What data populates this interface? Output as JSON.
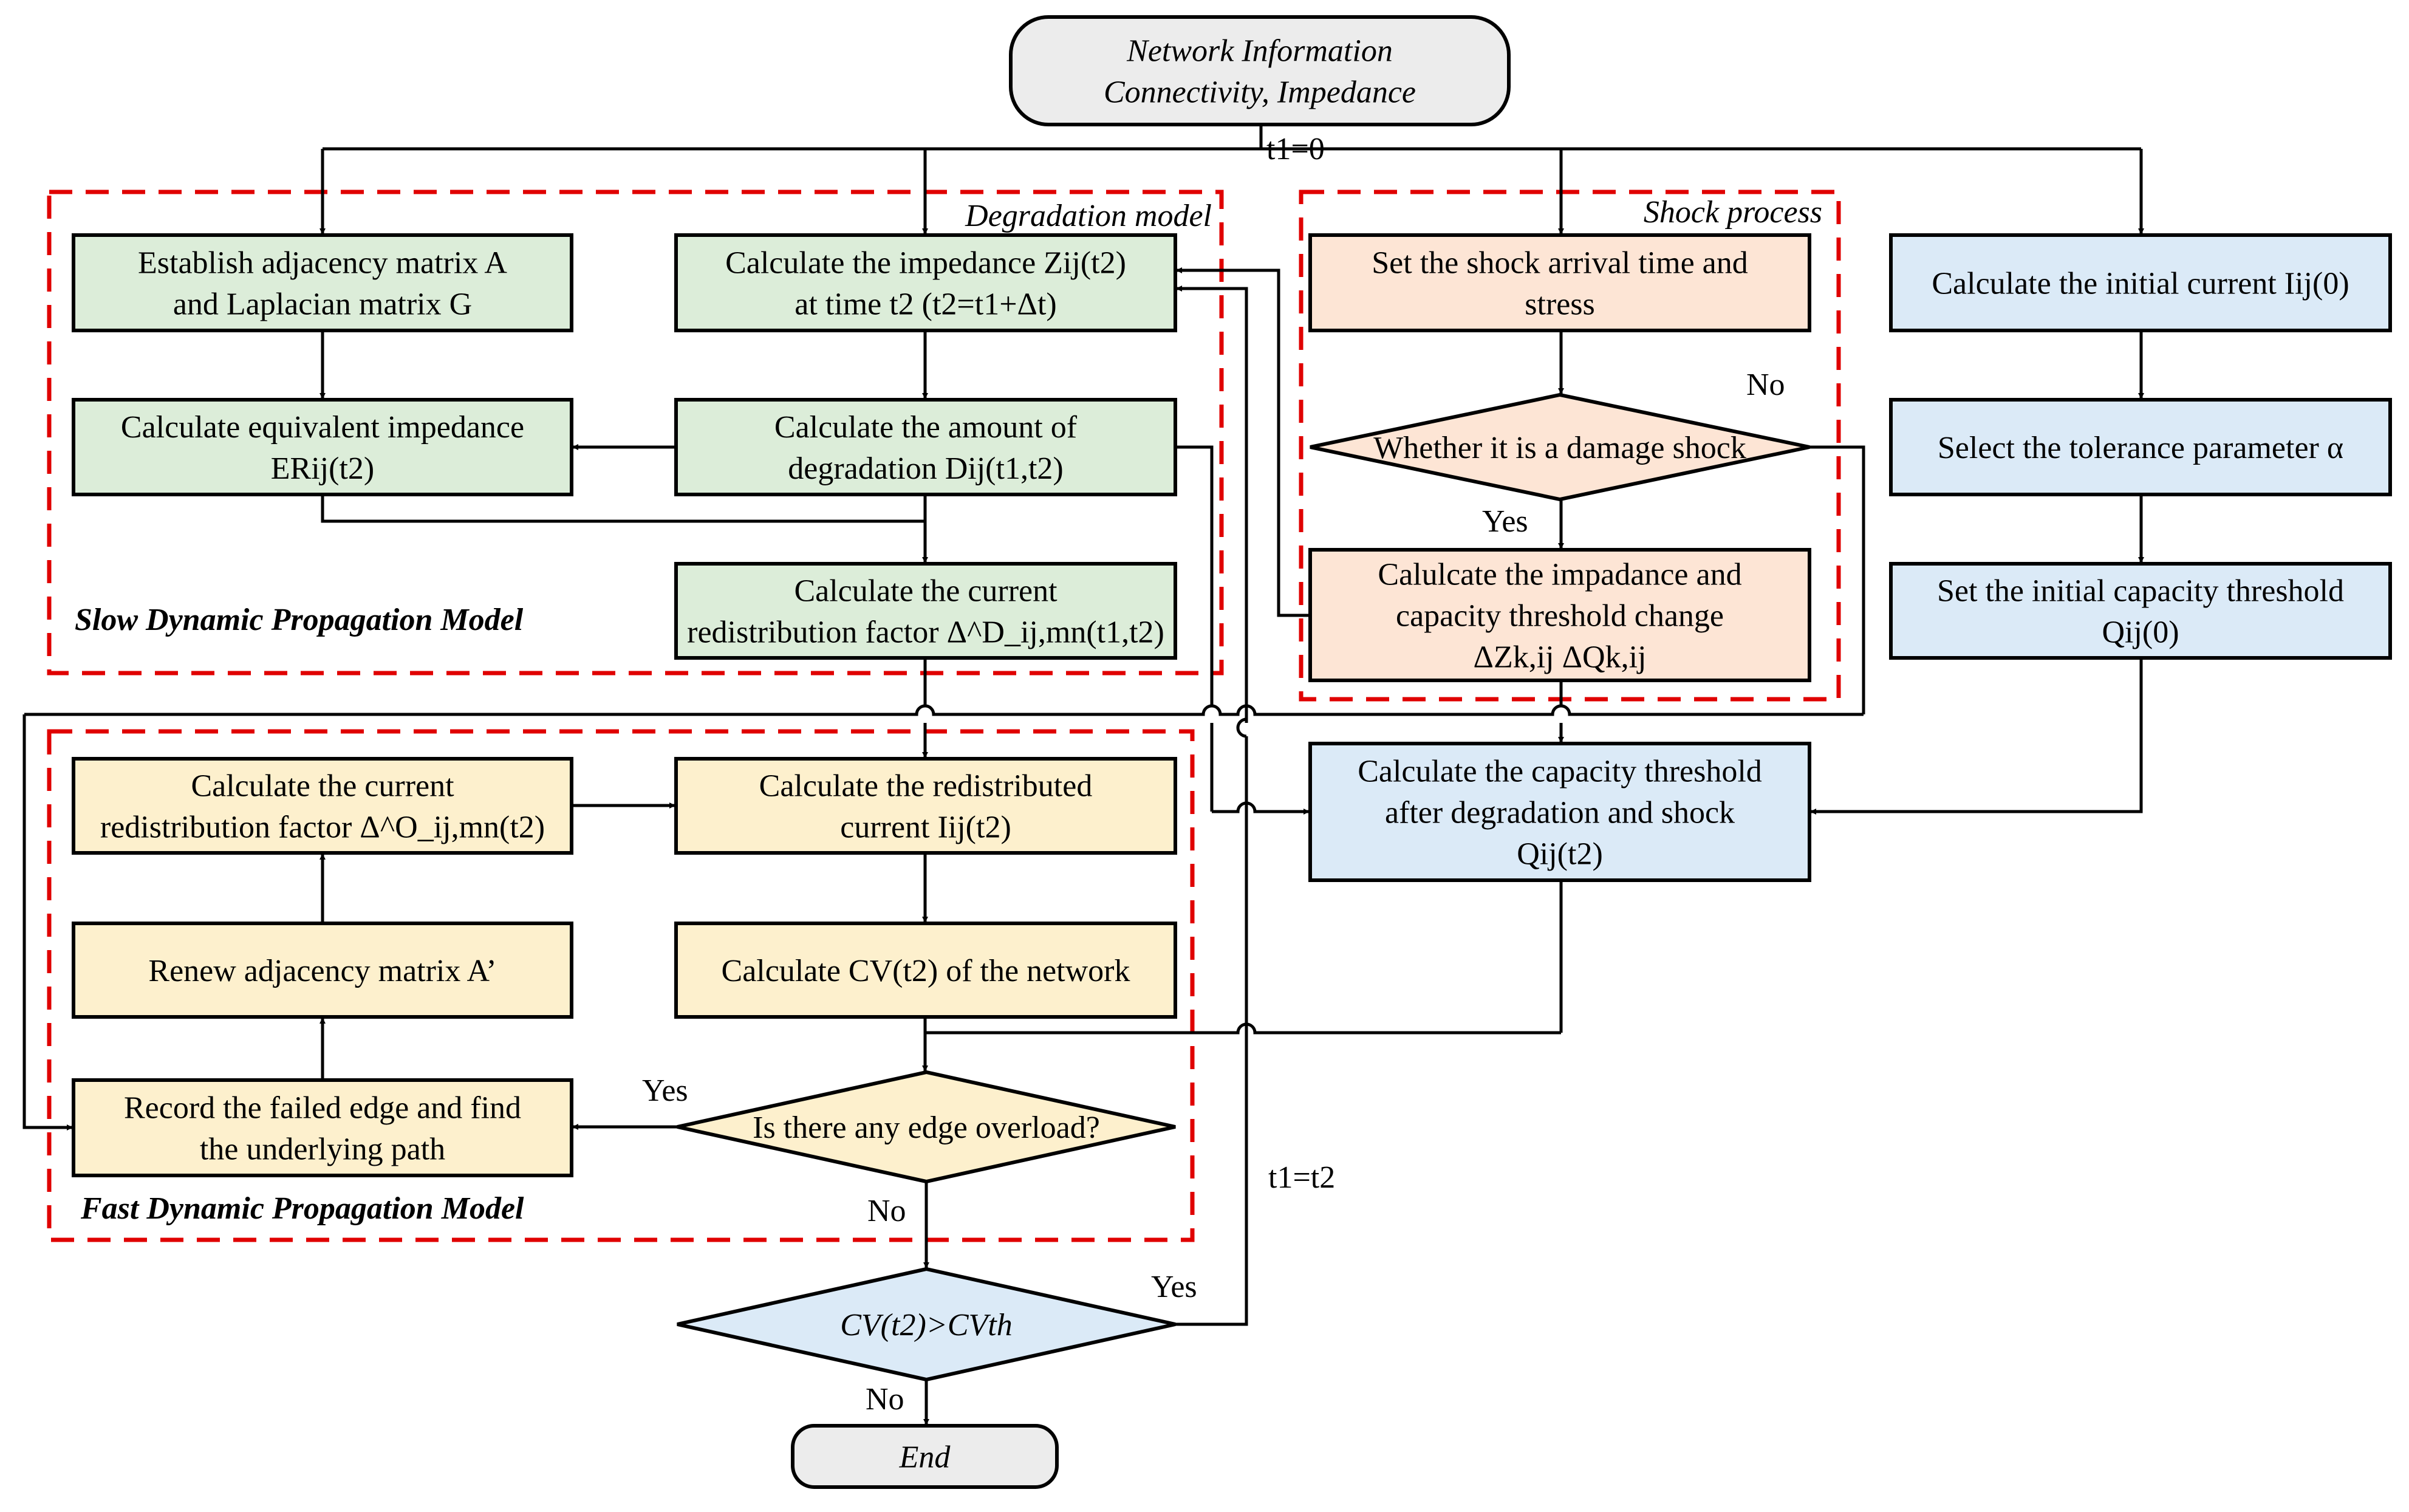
{
  "colors": {
    "green": "#dcedd9",
    "peach": "#fde5d5",
    "blue": "#dbeaf7",
    "yellow": "#fdf0cd",
    "terminal": "#ececec",
    "region_border": "#e00000"
  },
  "regions": {
    "slow": "Slow Dynamic Propagation Model",
    "degradation": "Degradation model",
    "shock": "Shock process",
    "fast": "Fast Dynamic Propagation Model"
  },
  "nodes": {
    "start": [
      "Network Information",
      "Connectivity, Impedance"
    ],
    "adjacency": [
      "Establish adjacency matrix A",
      "and Laplacian matrix G"
    ],
    "impedance": [
      "Calculate the impedance Zij(t2)",
      "at time t2 (t2=t1+Δt)"
    ],
    "equivalent": [
      "Calculate equivalent impedance",
      "ERij(t2)"
    ],
    "degradation": [
      "Calculate the amount of",
      "degradation Dij(t1,t2)"
    ],
    "redist_slow": [
      "Calculate the current",
      "redistribution factor Δ^D_ij,mn(t1,t2)"
    ],
    "shock_set": [
      "Set the shock arrival time and",
      "stress"
    ],
    "shock_decision": [
      "Whether it is a damage shock"
    ],
    "shock_calc": [
      "Calulcate the impadance and",
      "capacity threshold change",
      "ΔZk,ij ΔQk,ij"
    ],
    "init_current": [
      "Calculate the initial current Iij(0)"
    ],
    "tolerance": [
      "Select the tolerance parameter α"
    ],
    "init_capacity": [
      "Set the initial capacity threshold",
      "Qij(0)"
    ],
    "capacity": [
      "Calculate the capacity threshold",
      "after degradation and shock",
      "Qij(t2)"
    ],
    "redist_fast": [
      "Calculate the current",
      "redistribution factor Δ^O_ij,mn(t2)"
    ],
    "redist_current": [
      "Calculate the redistributed",
      "current Iij(t2)"
    ],
    "renew": [
      "Renew adjacency matrix A’"
    ],
    "cv_calc": [
      "Calculate CV(t2) of the network"
    ],
    "record": [
      "Record the failed edge and find",
      "the underlying path"
    ],
    "overload_decision": [
      "Is there any edge overload?"
    ],
    "cv_decision": [
      "CV(t2)>CVth"
    ],
    "end": [
      "End"
    ]
  },
  "edge_labels": {
    "t1_zero": "t1=0",
    "t1_t2": "t1=t2",
    "shock_no": "No",
    "shock_yes": "Yes",
    "overload_yes": "Yes",
    "overload_no": "No",
    "cv_yes": "Yes",
    "cv_no": "No"
  }
}
